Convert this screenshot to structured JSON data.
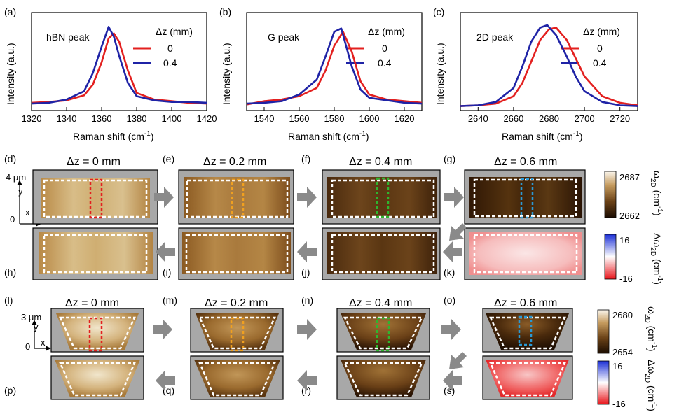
{
  "panel_labels": {
    "a": "(a)",
    "b": "(b)",
    "c": "(c)",
    "d": "(d)",
    "e": "(e)",
    "f": "(f)",
    "g": "(g)",
    "h": "(h)",
    "i": "(i)",
    "j": "(j)",
    "k": "(k)",
    "l": "(l)",
    "m": "(m)",
    "n": "(n)",
    "o": "(o)",
    "p": "(p)",
    "q": "(q)",
    "r": "(r)",
    "s": "(s)"
  },
  "map_titles": {
    "rect_0": "Δz = 0 mm",
    "rect_02": "Δz = 0.2 mm",
    "rect_04": "Δz = 0.4 mm",
    "rect_06": "Δz = 0.6 mm",
    "trap_0": "Δz = 0 mm",
    "trap_02": "Δz = 0.2 mm",
    "trap_04": "Δz = 0.4 mm",
    "trap_06": "Δz = 0.6 mm"
  },
  "scale": {
    "rect_len": "4 μm",
    "trap_len": "3 μm",
    "zero": "0",
    "x": "x",
    "y": "y"
  },
  "colorbars": {
    "w2d_rect_max": "2687",
    "w2d_rect_min": "2662",
    "dw_rect_max": "16",
    "dw_rect_min": "-16",
    "w2d_trap_max": "2680",
    "w2d_trap_min": "2654",
    "dw_trap_max": "16",
    "dw_trap_min": "-16",
    "w2d_label": "ω2D (cm-1)",
    "dw_label": "Δω2D (cm-1)"
  },
  "colors": {
    "dz0": "#e3201f",
    "dz04": "#1f23a6",
    "box_dz0": "#e3201f",
    "box_dz02": "#f0a020",
    "box_dz04": "#2fb52f",
    "box_dz06": "#2a9ad6",
    "arrow": "#8a8a8a",
    "map_bg": "#a8a8a8"
  },
  "chart_data": [
    {
      "type": "line",
      "title": "hBN peak",
      "xlabel": "Raman shift (cm-1)",
      "ylabel": "Intensity (a.u.)",
      "xlim": [
        1320,
        1420
      ],
      "xticks": [
        "1320",
        "1340",
        "1360",
        "1380",
        "1400",
        "1420"
      ],
      "legend_title": "Δz (mm)",
      "series": [
        {
          "name": "0",
          "x": [
            1320,
            1330,
            1340,
            1350,
            1355,
            1360,
            1364,
            1367,
            1370,
            1375,
            1380,
            1390,
            1400,
            1410,
            1420
          ],
          "y": [
            0.06,
            0.07,
            0.09,
            0.15,
            0.28,
            0.55,
            0.84,
            0.9,
            0.8,
            0.45,
            0.18,
            0.1,
            0.08,
            0.06,
            0.05
          ]
        },
        {
          "name": "0.4",
          "x": [
            1320,
            1330,
            1340,
            1350,
            1355,
            1360,
            1364,
            1367,
            1370,
            1375,
            1380,
            1390,
            1400,
            1410,
            1420
          ],
          "y": [
            0.05,
            0.06,
            0.1,
            0.2,
            0.42,
            0.74,
            0.98,
            0.86,
            0.63,
            0.3,
            0.14,
            0.09,
            0.07,
            0.07,
            0.06
          ]
        }
      ]
    },
    {
      "type": "line",
      "title": "G peak",
      "xlabel": "Raman shift (cm-1)",
      "ylabel": "Intensity (a.u.)",
      "xlim": [
        1530,
        1630
      ],
      "xticks": [
        "1540",
        "1560",
        "1580",
        "1600",
        "1620"
      ],
      "legend_title": "Δz (mm)",
      "series": [
        {
          "name": "0",
          "x": [
            1530,
            1540,
            1550,
            1560,
            1570,
            1575,
            1580,
            1585,
            1590,
            1595,
            1600,
            1610,
            1620,
            1630
          ],
          "y": [
            0.04,
            0.08,
            0.1,
            0.14,
            0.24,
            0.45,
            0.75,
            0.92,
            0.68,
            0.32,
            0.16,
            0.1,
            0.08,
            0.06
          ]
        },
        {
          "name": "0.4",
          "x": [
            1530,
            1540,
            1550,
            1560,
            1570,
            1575,
            1580,
            1584,
            1590,
            1595,
            1600,
            1610,
            1620,
            1630
          ],
          "y": [
            0.05,
            0.06,
            0.08,
            0.16,
            0.34,
            0.62,
            0.92,
            0.96,
            0.5,
            0.22,
            0.12,
            0.09,
            0.06,
            0.05
          ]
        }
      ]
    },
    {
      "type": "line",
      "title": "2D peak",
      "xlabel": "Raman shift (cm-1)",
      "ylabel": "Intensity (a.u.)",
      "xlim": [
        2630,
        2730
      ],
      "xticks": [
        "2640",
        "2660",
        "2680",
        "2700",
        "2720"
      ],
      "legend_title": "Δz (mm)",
      "series": [
        {
          "name": "0",
          "x": [
            2630,
            2640,
            2650,
            2660,
            2665,
            2670,
            2675,
            2680,
            2684,
            2690,
            2695,
            2700,
            2710,
            2720,
            2730
          ],
          "y": [
            0.02,
            0.03,
            0.05,
            0.14,
            0.3,
            0.56,
            0.82,
            0.95,
            0.97,
            0.82,
            0.6,
            0.38,
            0.14,
            0.06,
            0.03
          ]
        },
        {
          "name": "0.4",
          "x": [
            2630,
            2640,
            2650,
            2660,
            2665,
            2670,
            2675,
            2679,
            2684,
            2690,
            2695,
            2700,
            2710,
            2720,
            2730
          ],
          "y": [
            0.02,
            0.03,
            0.07,
            0.24,
            0.5,
            0.8,
            0.97,
            1.0,
            0.88,
            0.62,
            0.38,
            0.2,
            0.07,
            0.03,
            0.02
          ]
        }
      ]
    }
  ]
}
